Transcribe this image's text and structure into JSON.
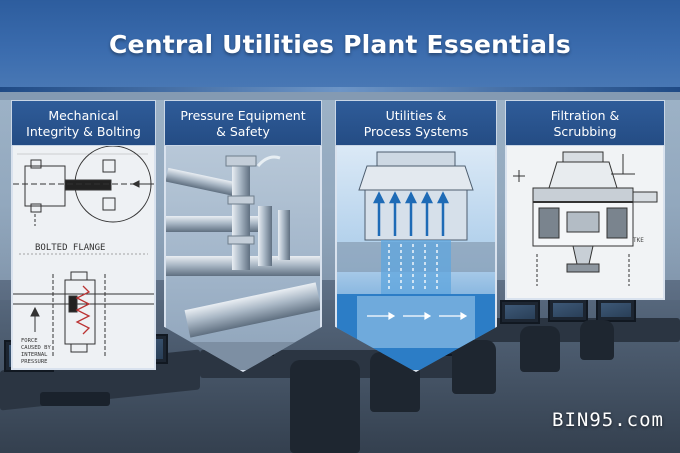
{
  "header": {
    "title": "Central Utilities Plant Essentials"
  },
  "cards": [
    {
      "title_line1": "Mechanical",
      "title_line2": "Integrity & Bolting",
      "drawing_label": "BOLTED FLANGE",
      "force_label_1": "FORCE",
      "force_label_2": "CAUSED BY",
      "force_label_3": "INTERNAL",
      "force_label_4": "PRESSURE"
    },
    {
      "title_line1": "Pressure Equipment",
      "title_line2": "& Safety"
    },
    {
      "title_line1": "Utilities &",
      "title_line2": "Process Systems"
    },
    {
      "title_line1": "Filtration &",
      "title_line2": "Scrubbing",
      "sketch_note": "TKE"
    }
  ],
  "watermark": "BIN95.com",
  "colors": {
    "banner": "#3b6cae",
    "card_header": "#2a5590",
    "water": "#2c7dc6"
  }
}
